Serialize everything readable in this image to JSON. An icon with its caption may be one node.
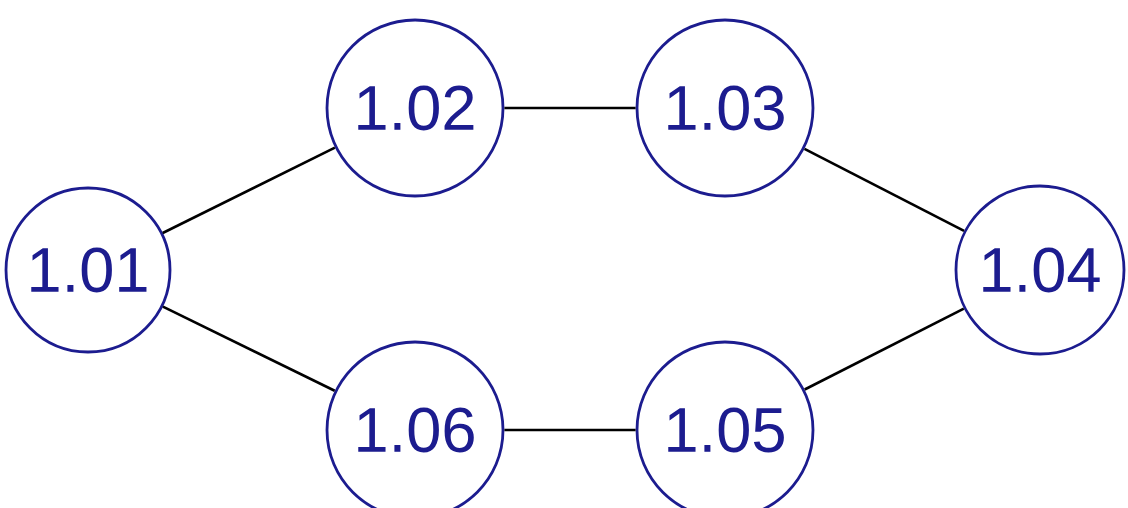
{
  "diagram": {
    "nodes": [
      {
        "text": [
          "1.01"
        ]
      },
      {
        "text": [
          "1.02"
        ]
      },
      {
        "text": [
          "1.03"
        ]
      },
      {
        "text": [
          "1.04"
        ]
      },
      {
        "text": [
          "1.05"
        ]
      },
      {
        "text": [
          "1.06"
        ]
      }
    ],
    "edges": [
      {
        "from": 0,
        "to": 1,
        "arrow": "none"
      },
      {
        "from": 1,
        "to": 2,
        "arrow": "none"
      },
      {
        "from": 2,
        "to": 3,
        "arrow": "none"
      },
      {
        "from": 3,
        "to": 4,
        "arrow": "none"
      },
      {
        "from": 4,
        "to": 5,
        "arrow": "none"
      },
      {
        "from": 5,
        "to": 0,
        "arrow": "none"
      }
    ]
  }
}
